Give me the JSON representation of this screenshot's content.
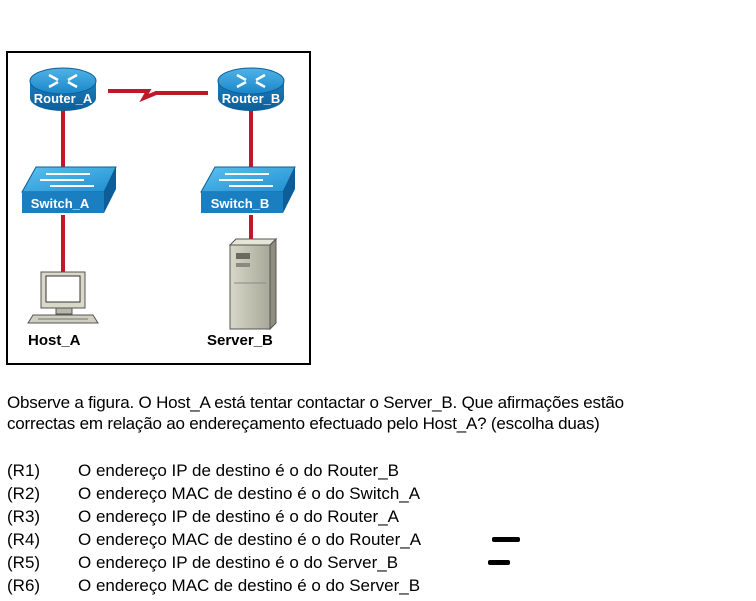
{
  "network": {
    "devices": {
      "router_a": "Router_A",
      "router_b": "Router_B",
      "switch_a": "Switch_A",
      "switch_b": "Switch_B",
      "host_a": "Host_A",
      "server_b": "Server_B"
    },
    "link_color": "#c0172a",
    "device_color": "#1a86c8"
  },
  "question": {
    "line1": "Observe a figura. O Host_A está tentar contactar o Server_B. Que afirmações estão",
    "line2": "correctas em relação ao endereçamento efectuado pelo Host_A? (escolha duas)"
  },
  "options": [
    {
      "code": "(R1)",
      "text": "O endereço IP de destino é o do Router_B",
      "marked": false
    },
    {
      "code": "(R2)",
      "text": "O endereço MAC de destino é o do Switch_A",
      "marked": false
    },
    {
      "code": "(R3)",
      "text": "O endereço IP de destino é o do Router_A",
      "marked": false
    },
    {
      "code": "(R4)",
      "text": "O endereço MAC de destino é o do Router_A",
      "marked": true
    },
    {
      "code": "(R5)",
      "text": "O endereço IP de destino é o do Server_B",
      "marked": true
    },
    {
      "code": "(R6)",
      "text": "O endereço MAC de destino é o do Server_B",
      "marked": false
    }
  ]
}
